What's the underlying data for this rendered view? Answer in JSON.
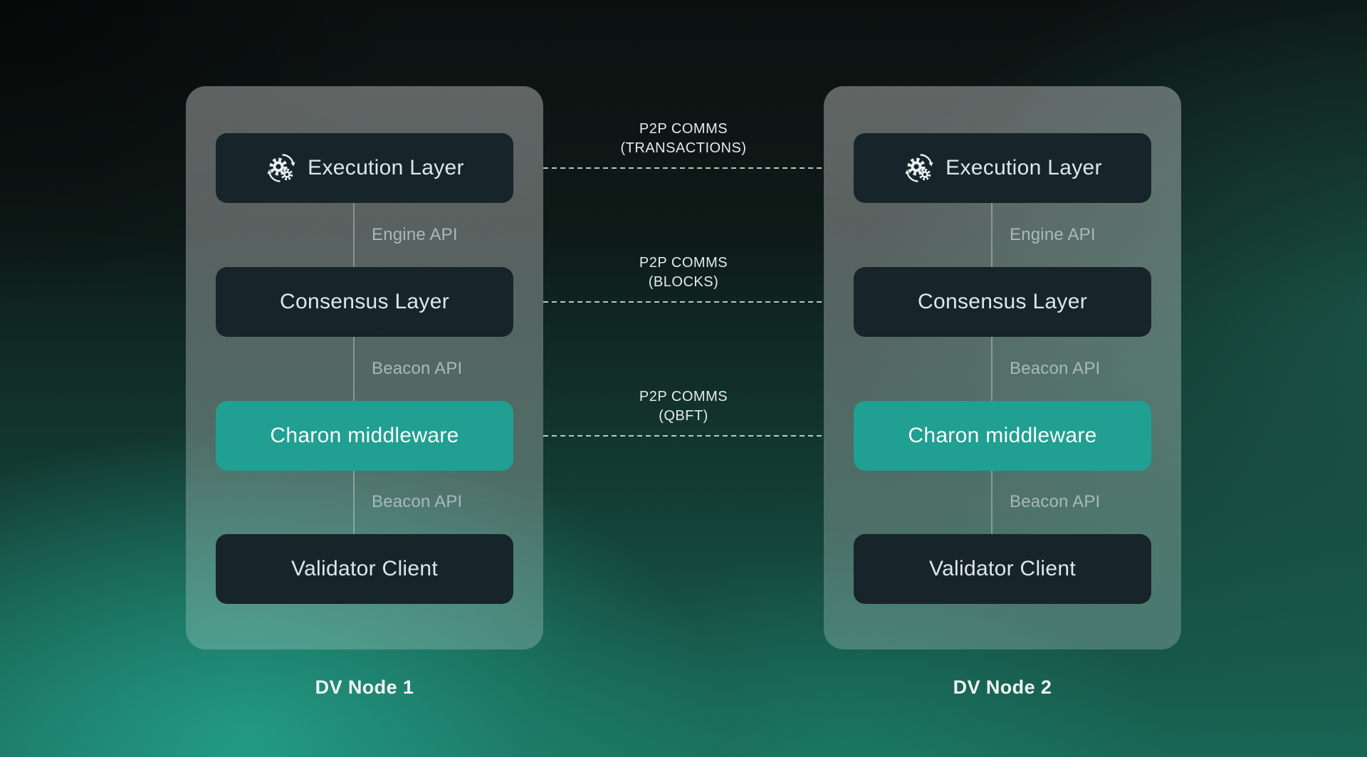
{
  "nodes": [
    {
      "name": "DV Node 1",
      "layers": {
        "execution": "Execution Layer",
        "consensus": "Consensus Layer",
        "charon": "Charon middleware",
        "validator": "Validator Client"
      },
      "apis": {
        "engine": "Engine API",
        "beacon_top": "Beacon API",
        "beacon_bottom": "Beacon API"
      }
    },
    {
      "name": "DV Node 2",
      "layers": {
        "execution": "Execution Layer",
        "consensus": "Consensus Layer",
        "charon": "Charon middleware",
        "validator": "Validator Client"
      },
      "apis": {
        "engine": "Engine API",
        "beacon_top": "Beacon API",
        "beacon_bottom": "Beacon API"
      }
    }
  ],
  "connections": [
    {
      "label": "P2P COMMS",
      "detail": "(TRANSACTIONS)"
    },
    {
      "label": "P2P COMMS",
      "detail": "(BLOCKS)"
    },
    {
      "label": "P2P COMMS",
      "detail": "(QBFT)"
    }
  ],
  "icons": {
    "execution": "gears-sync-icon"
  },
  "colors": {
    "charon_accent": "#1F9E91",
    "layer_box": "#162329",
    "box_text": "#DDE7E9",
    "api_text": "#A6B8B9",
    "p2p_text": "#E3EBEC",
    "node_label_text": "#F0F5F4",
    "background_dark": "#0B1110",
    "background_teal": "#1E7A6C",
    "connector": "rgba(209,227,229,0.85)"
  }
}
